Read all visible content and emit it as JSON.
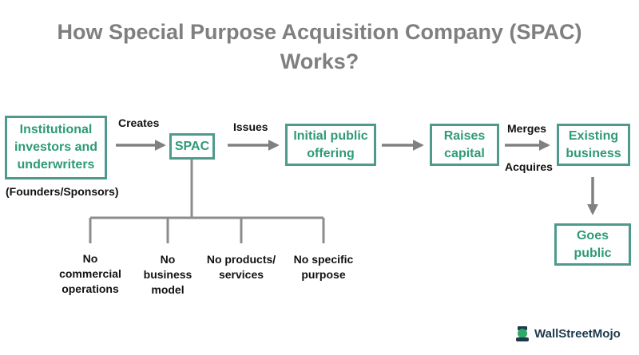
{
  "title": {
    "line1": "How Special Purpose Acquisition Company (SPAC)",
    "line2": "Works?"
  },
  "boxes": {
    "investors": [
      "Institutional",
      "investors and",
      "underwriters"
    ],
    "spac": "SPAC",
    "ipo": [
      "Initial public",
      "offering"
    ],
    "capital": [
      "Raises",
      "capital"
    ],
    "business": [
      "Existing",
      "business"
    ],
    "public": [
      "Goes",
      "public"
    ]
  },
  "labels": {
    "creates": "Creates",
    "issues": "Issues",
    "merges": "Merges",
    "acquires": "Acquires",
    "founders": "(Founders/Sponsors)"
  },
  "branches": [
    [
      "No",
      "commercial",
      "operations"
    ],
    [
      "No",
      "business",
      "model"
    ],
    [
      "No products/",
      "services"
    ],
    [
      "No specific",
      "purpose"
    ]
  ],
  "logo": {
    "text": "WallStreetMojo"
  },
  "colors": {
    "box_border": "#4e9a8d",
    "box_text": "#2e9a78",
    "arrow": "#808080",
    "title": "#7f7f7f"
  }
}
